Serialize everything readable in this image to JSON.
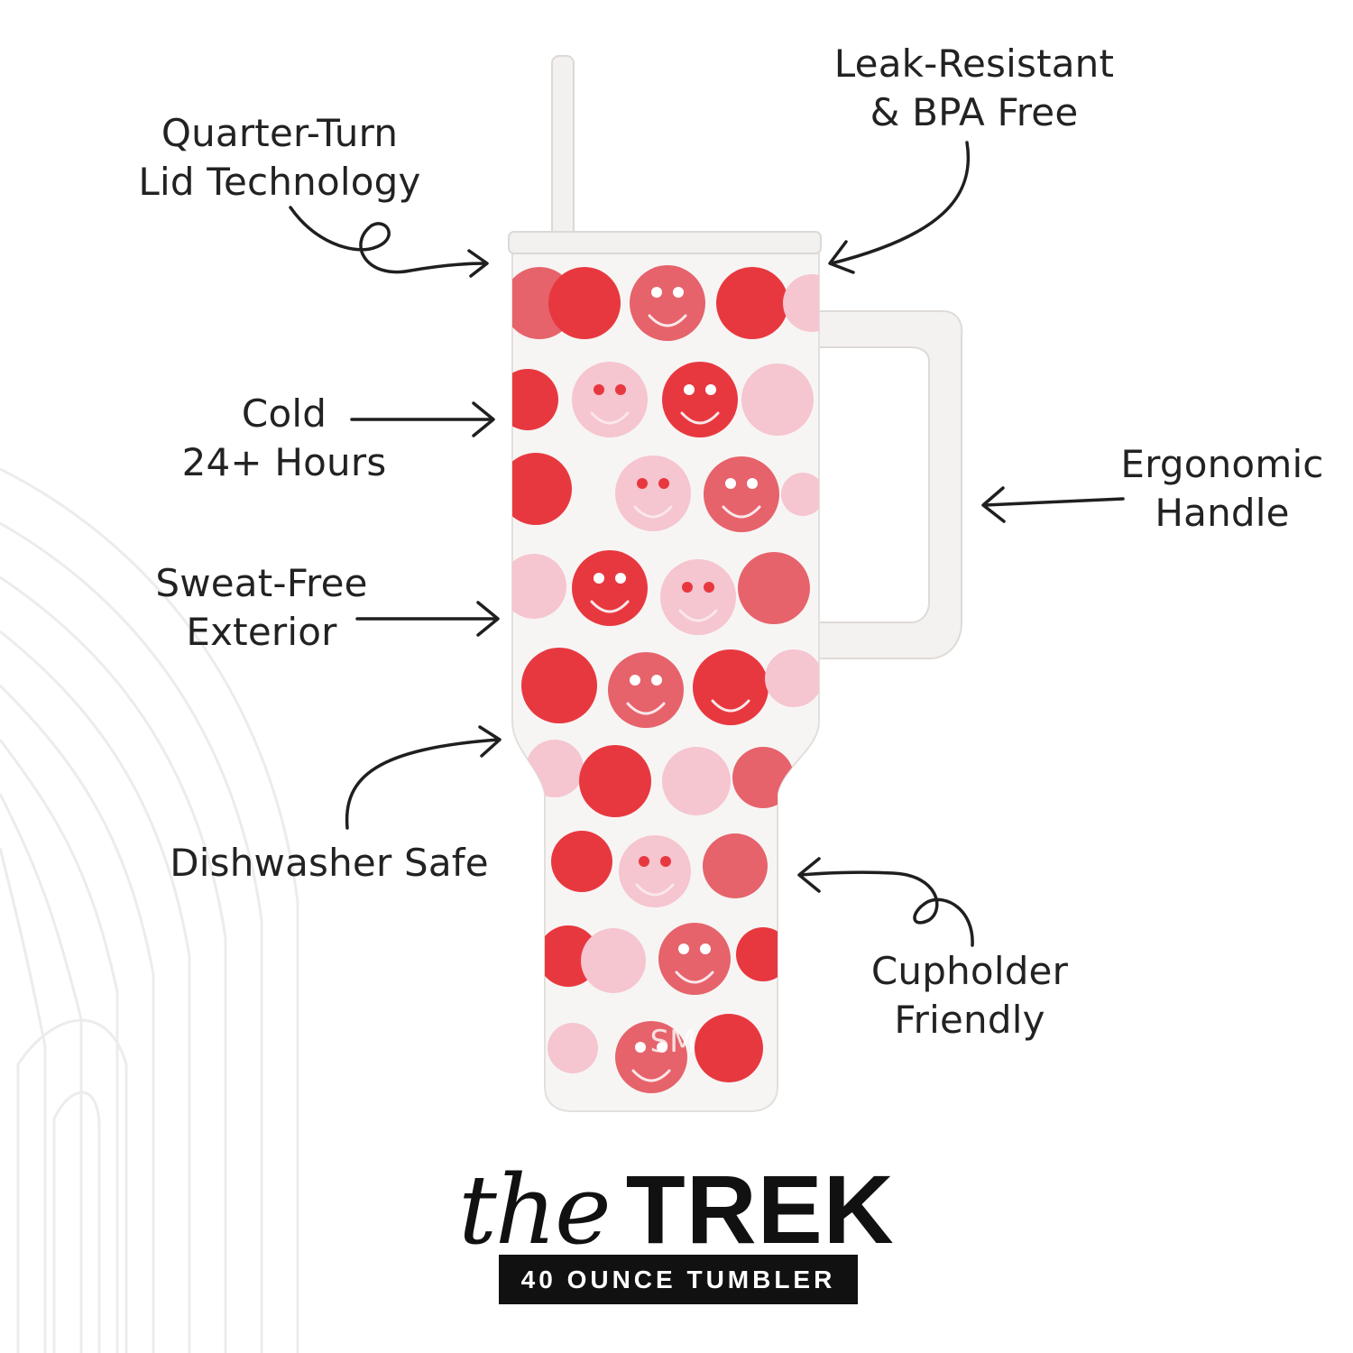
{
  "features": {
    "lid": "Quarter-Turn\nLid Technology",
    "leak": "Leak-Resistant\n& BPA Free",
    "cold": "Cold\n24+ Hours",
    "handle": "Ergonomic\nHandle",
    "sweat": "Sweat-Free\nExterior",
    "dishwasher": "Dishwasher Safe",
    "cupholder": "Cupholder\nFriendly"
  },
  "brand": {
    "the": "the",
    "trek": "TREK",
    "tagline": "40 OUNCE TUMBLER",
    "logo_mark": "SM"
  },
  "colors": {
    "tumbler_white": "#f7f5f4",
    "red": "#e8383f",
    "coral": "#e6636b",
    "pink": "#f5c5d0",
    "ink": "#1f1f1f"
  }
}
